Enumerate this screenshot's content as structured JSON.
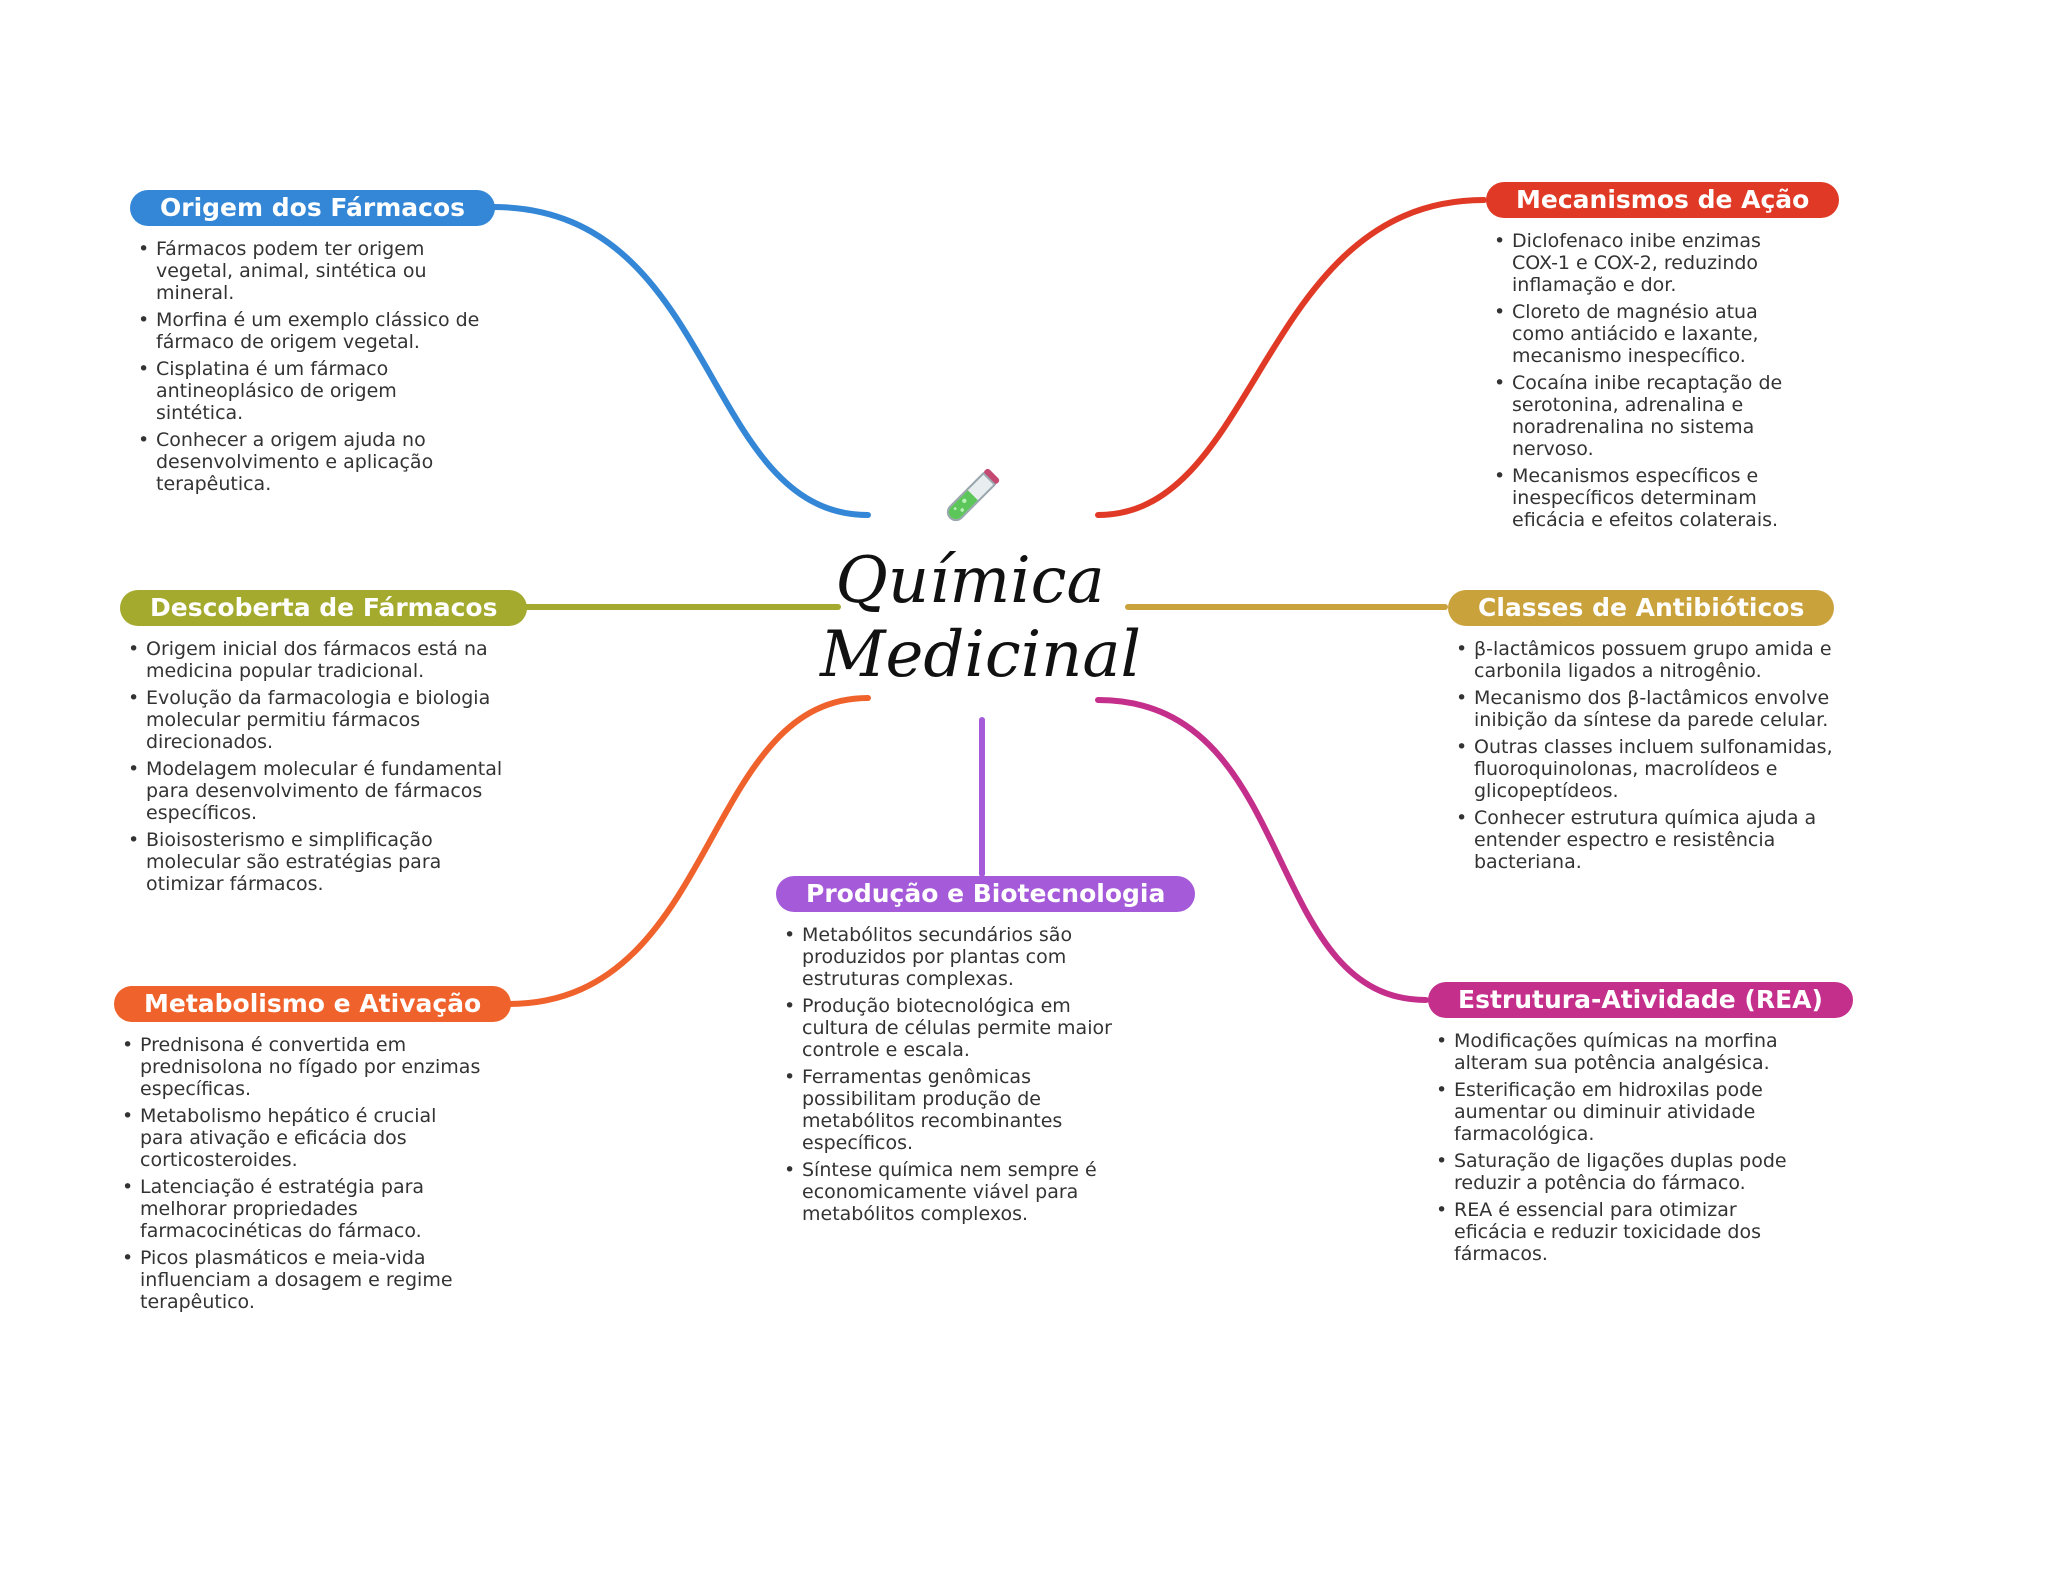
{
  "center": {
    "title_line1": "Química",
    "title_line2": "Medicinal",
    "icon": "test-tube-icon"
  },
  "colors": {
    "origem": "#3487d6",
    "descoberta": "#a4aa2e",
    "metabolismo": "#f0622b",
    "producao": "#a55bd9",
    "mecanismos": "#e03a26",
    "classes": "#c9a23c",
    "estrutura": "#c42f8c"
  },
  "branches": {
    "origem": {
      "title": "Origem dos Fármacos",
      "items": [
        "Fármacos podem ter origem vegetal, animal, sintética ou mineral.",
        "Morfina é um exemplo clássico de fármaco de origem vegetal.",
        "Cisplatina é um fármaco antineoplásico de origem sintética.",
        "Conhecer a origem ajuda no desenvolvimento e aplicação terapêutica."
      ]
    },
    "descoberta": {
      "title": "Descoberta de Fármacos",
      "items": [
        "Origem inicial dos fármacos está na medicina popular tradicional.",
        "Evolução da farmacologia e biologia molecular permitiu fármacos direcionados.",
        "Modelagem molecular é fundamental para desenvolvimento de fármacos específicos.",
        "Bioisosterismo e simplificação molecular são estratégias para otimizar fármacos."
      ]
    },
    "metabolismo": {
      "title": "Metabolismo e Ativação",
      "items": [
        "Prednisona é convertida em prednisolona no fígado por enzimas específicas.",
        "Metabolismo hepático é crucial para ativação e eficácia dos corticosteroides.",
        "Latenciação é estratégia para melhorar propriedades farmacocinéticas do fármaco.",
        "Picos plasmáticos e meia-vida influenciam a dosagem e regime terapêutico."
      ]
    },
    "producao": {
      "title": "Produção e Biotecnologia",
      "items": [
        "Metabólitos secundários são produzidos por plantas com estruturas complexas.",
        "Produção biotecnológica em cultura de células permite maior controle e escala.",
        "Ferramentas genômicas possibilitam produção de metabólitos recombinantes específicos.",
        "Síntese química nem sempre é economicamente viável para metabólitos complexos."
      ]
    },
    "mecanismos": {
      "title": "Mecanismos de Ação",
      "items": [
        "Diclofenaco inibe enzimas COX-1 e COX-2, reduzindo inflamação e dor.",
        "Cloreto de magnésio atua como antiácido e laxante, mecanismo inespecífico.",
        "Cocaína inibe recaptação de serotonina, adrenalina e noradrenalina no sistema nervoso.",
        "Mecanismos específicos e inespecíficos determinam eficácia e efeitos colaterais."
      ]
    },
    "classes": {
      "title": "Classes de Antibióticos",
      "items": [
        "β-lactâmicos possuem grupo amida e carbonila ligados a nitrogênio.",
        "Mecanismo dos β-lactâmicos envolve inibição da síntese da parede celular.",
        "Outras classes incluem sulfonamidas, fluoroquinolonas, macrolídeos e glicopeptídeos.",
        "Conhecer estrutura química ajuda a entender espectro e resistência bacteriana."
      ]
    },
    "estrutura": {
      "title": "Estrutura-Atividade (REA)",
      "items": [
        "Modificações químicas na morfina alteram sua potência analgésica.",
        "Esterificação em hidroxilas pode aumentar ou diminuir atividade farmacológica.",
        "Saturação de ligações duplas pode reduzir a potência do fármaco.",
        "REA é essencial para otimizar eficácia e reduzir toxicidade dos fármacos."
      ]
    }
  }
}
